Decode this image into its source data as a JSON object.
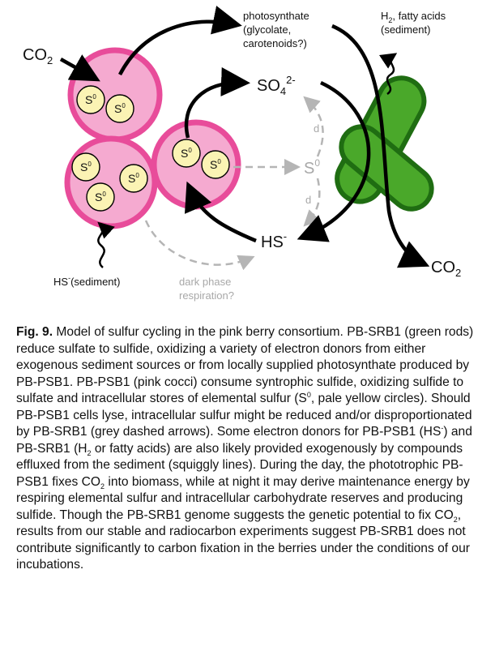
{
  "diagram": {
    "labels": {
      "co2_in": "CO",
      "co2_in_sub": "2",
      "photosynthate_l1": "photosynthate",
      "photosynthate_l2": "(glycolate,",
      "photosynthate_l3": "carotenoids?)",
      "h2_pre": "H",
      "h2_sub": "2",
      "h2_post": ", fatty acids",
      "sediment": "(sediment)",
      "so4": "SO",
      "so4_sub": "4",
      "so4_sup": "2-",
      "s0": "S",
      "s0_sup": "0",
      "hs": "HS",
      "hs_sup": "-",
      "co2_out": "CO",
      "co2_out_sub": "2",
      "hs_sediment_pre": "HS",
      "hs_sediment_sup": "-",
      "hs_sediment_post": "(sediment)",
      "dark_l1": "dark phase",
      "dark_l2": "respiration?",
      "d": "d",
      "granule": "S",
      "granule_sup": "0"
    },
    "colors": {
      "cocci_fill": "#f5aad0",
      "cocci_stroke": "#e84c9a",
      "granule_fill": "#fbf3b4",
      "rod_fill": "#4aa82a",
      "rod_stroke": "#1f6d12",
      "arrow_black": "#000000",
      "arrow_grey": "#b5b5b5"
    }
  },
  "caption": {
    "fig": "Fig. 9.",
    "title": "Model of sulfur cycling in the pink berry consortium.",
    "t1": "PB-SRB1 (green rods) reduce sulfate to sulfide, oxidizing a variety of electron donors from either exogenous sediment sources or from locally supplied photosynthate produced by PB-PSB1. PB-PSB1 (pink cocci) consume syntrophic sulfide, oxidizing sulfide to sulfate and intracellular stores of elemental sulfur (S",
    "t1_sup": "0",
    "t2": ", pale yellow circles). Should PB-PSB1 cells lyse, intracellular sulfur might be reduced and/or disproportionated by PB-SRB1 (grey dashed arrows). Some electron donors for PB-PSB1 (HS",
    "t2_sup": "-",
    "t3": ") and PB-SRB1 (H",
    "t3_sub": "2",
    "t4": " or fatty acids) are also likely provided exogenously by compounds effluxed from the sediment (squiggly lines). During the day, the phototrophic PB-PSB1 fixes CO",
    "t4_sub": "2",
    "t5": " into biomass, while at night it may derive maintenance energy by respiring elemental sulfur and intracellular carbohydrate reserves and producing sulfide. Though the PB-SRB1 genome suggests the genetic potential to fix CO",
    "t5_sub": "2",
    "t6": ", results from our stable and radiocarbon experiments suggest PB-SRB1 does not contribute significantly to carbon fixation in the berries under the conditions of our incubations."
  }
}
